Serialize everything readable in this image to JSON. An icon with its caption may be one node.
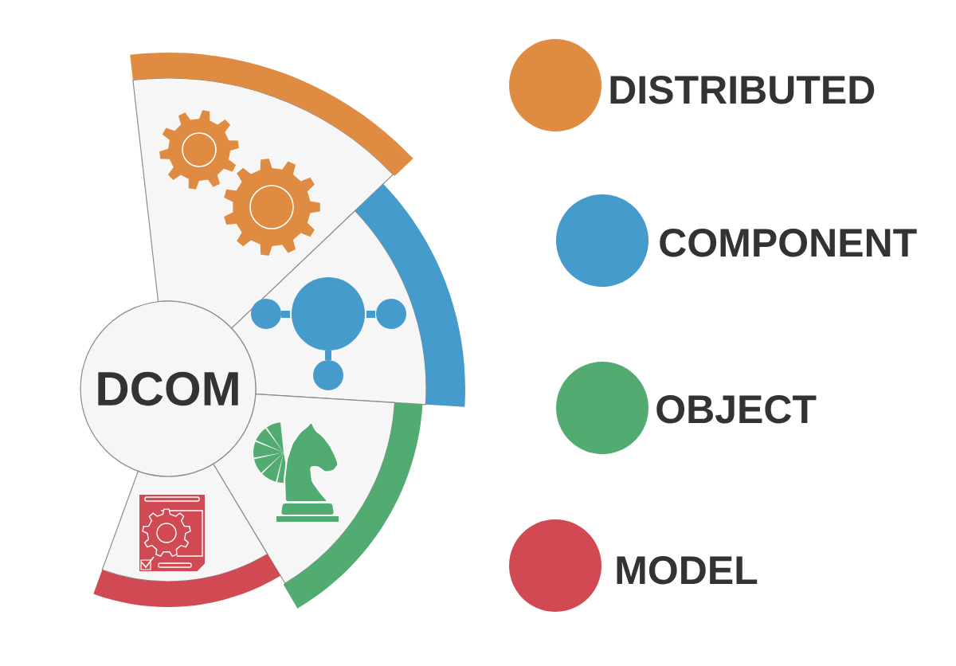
{
  "diagram": {
    "nodes": [
      {
        "text": [
          "DCOM"
        ]
      },
      {
        "text": [],
        "shape": "sector"
      },
      {
        "text": [],
        "shape": "sector"
      },
      {
        "text": [],
        "shape": "sector"
      },
      {
        "text": [],
        "shape": "sector"
      }
    ],
    "legend": [
      {
        "text": "DISTRIBUTED",
        "color": "#e08b42"
      },
      {
        "text": "COMPONENT",
        "color": "#459bcb"
      },
      {
        "text": "OBJECT",
        "color": "#52ac72"
      },
      {
        "text": "MODEL",
        "color": "#d14a53"
      }
    ]
  }
}
